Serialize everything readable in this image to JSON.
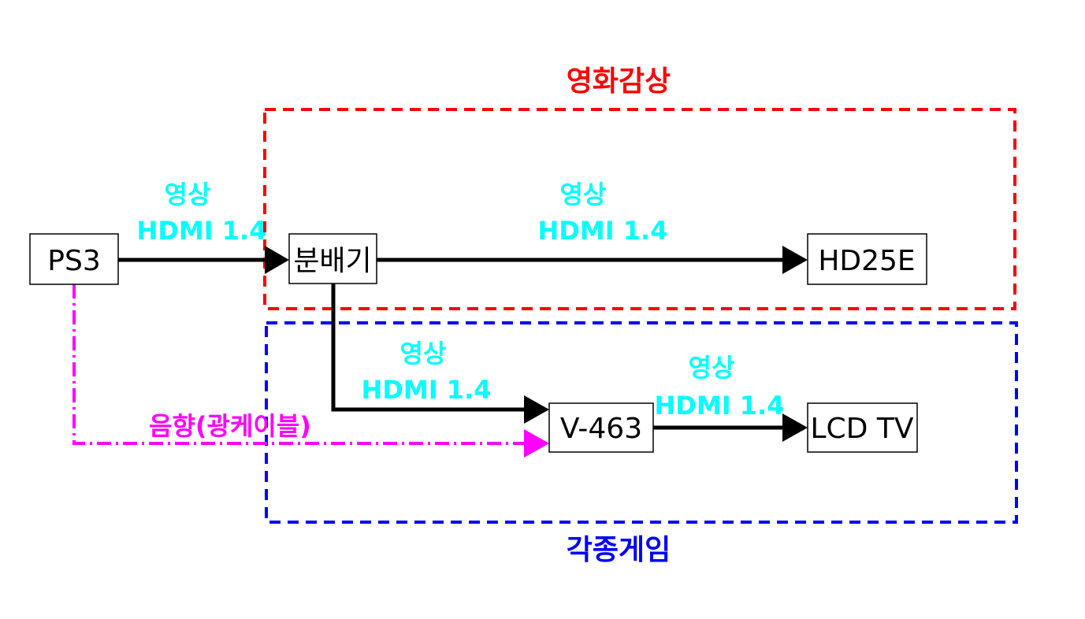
{
  "colors": {
    "movie": "#ff0000",
    "game": "#0000ff",
    "video": "#00ffff",
    "audio": "#ff00ff",
    "line": "#000000"
  },
  "groups": {
    "movie": "영화감상",
    "game": "각종게임"
  },
  "nodes": {
    "ps3": "PS3",
    "splitter": "분배기",
    "hd25e": "HD25E",
    "v463": "V-463",
    "lcdtv": "LCD TV"
  },
  "edges": {
    "ps3_splitter": {
      "type": "영상",
      "spec": "HDMI 1.4"
    },
    "splitter_hd25e": {
      "type": "영상",
      "spec": "HDMI 1.4"
    },
    "splitter_v463": {
      "type": "영상",
      "spec": "HDMI 1.4"
    },
    "v463_lcdtv": {
      "type": "영상",
      "spec": "HDMI 1.4"
    },
    "ps3_v463_audio": {
      "label": "음향(광케이블)"
    }
  }
}
